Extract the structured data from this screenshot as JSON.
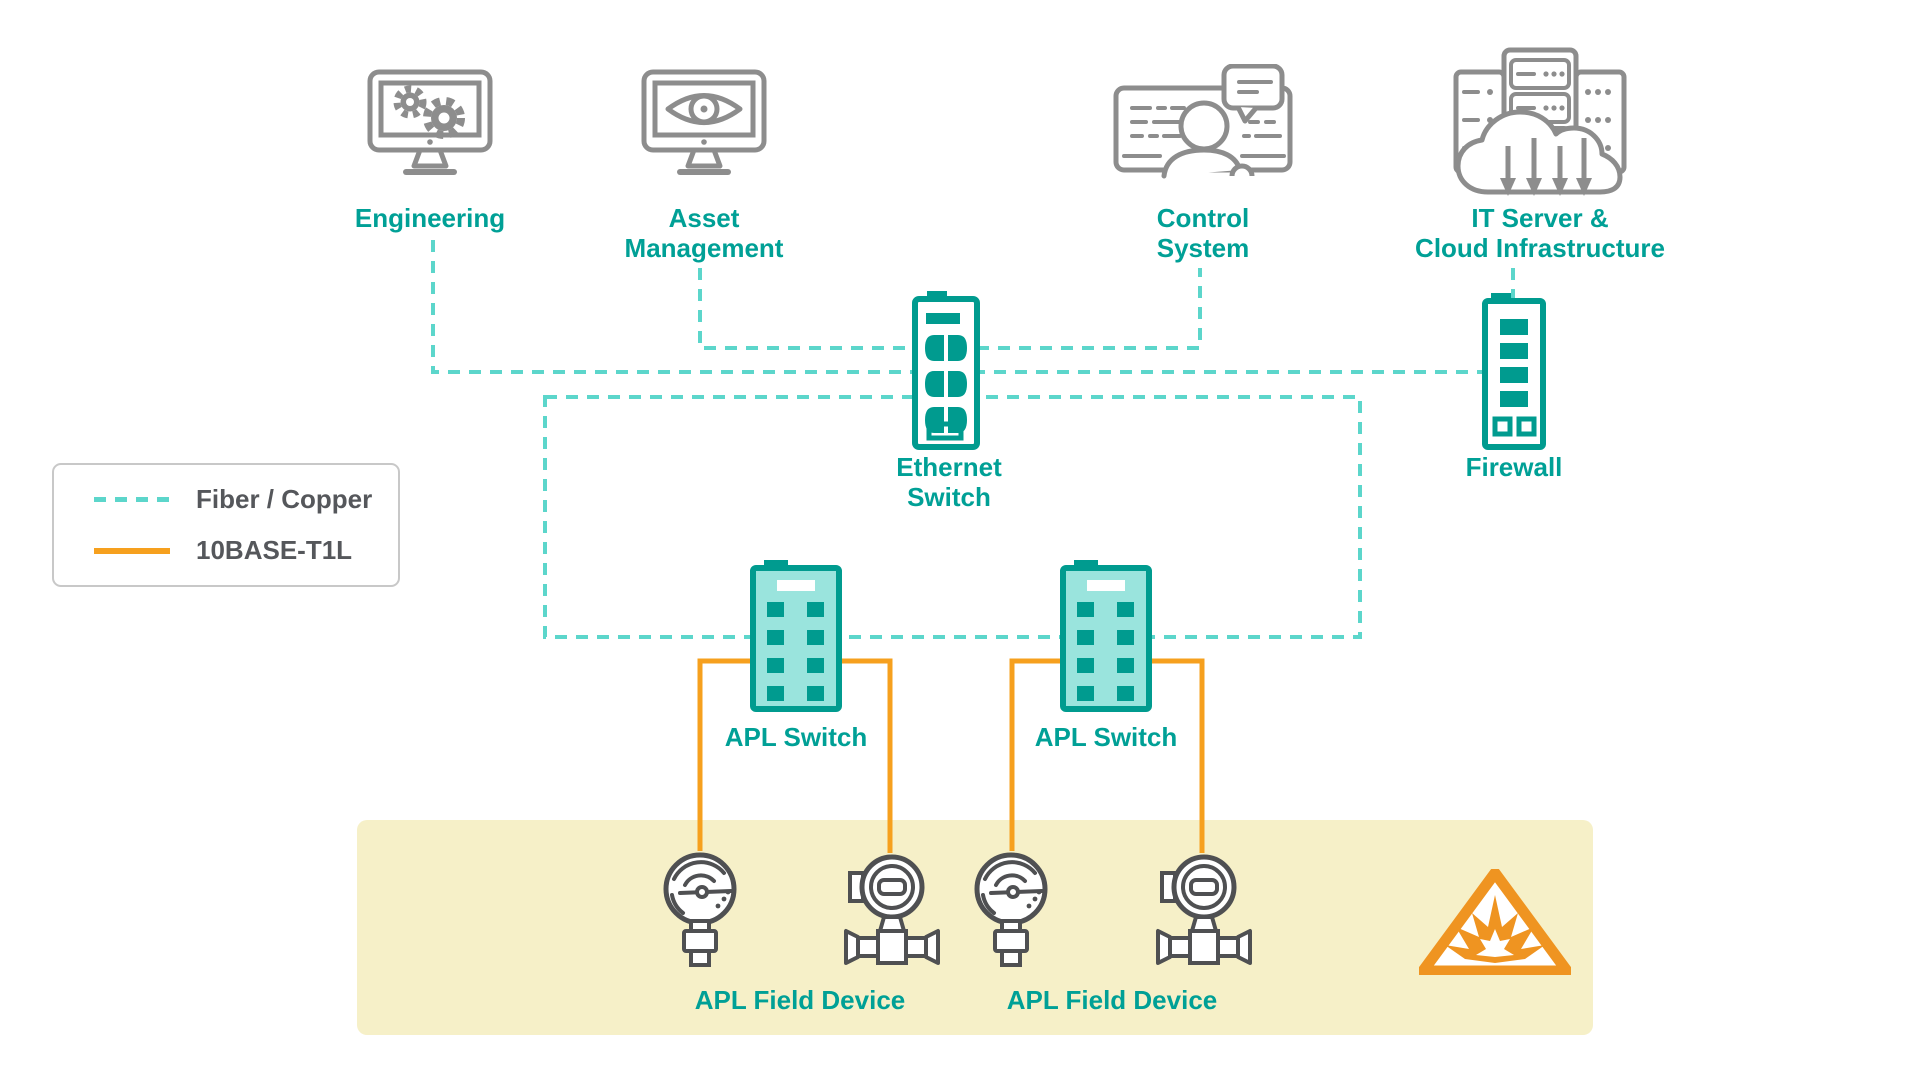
{
  "diagram_type": "ethernet-apl-network-topology",
  "nodes": {
    "engineering": {
      "label": "Engineering",
      "icon": "monitor-gears-icon"
    },
    "asset_management": {
      "line1": "Asset",
      "line2": "Management",
      "icon": "monitor-eye-icon"
    },
    "control_system": {
      "line1": "Control",
      "line2": "System",
      "icon": "operator-screen-icon"
    },
    "it_server_cloud": {
      "line1": "IT Server &",
      "line2": "Cloud Infrastructure",
      "icon": "server-racks-cloud-icon"
    },
    "ethernet_switch": {
      "line1": "Ethernet",
      "line2": "Switch",
      "icon": "ethernet-switch-icon"
    },
    "firewall": {
      "label": "Firewall",
      "icon": "firewall-icon"
    },
    "apl_switch_left": {
      "label": "APL Switch",
      "icon": "apl-switch-icon"
    },
    "apl_switch_right": {
      "label": "APL Switch",
      "icon": "apl-switch-icon"
    },
    "apl_field_device_left": {
      "label": "APL Field Device",
      "icons": [
        "gauge-transmitter-icon",
        "valve-transmitter-icon"
      ]
    },
    "apl_field_device_right": {
      "label": "APL Field Device",
      "icons": [
        "gauge-transmitter-icon",
        "valve-transmitter-icon"
      ]
    }
  },
  "legend": {
    "items": [
      {
        "label": "Fiber / Copper",
        "line_style": "dashed",
        "color": "#5CD6CB"
      },
      {
        "label": "10BASE-T1L",
        "line_style": "solid",
        "color": "#F6A01E"
      }
    ]
  },
  "zones": {
    "hazardous_field_area": {
      "fill": "#F6F0C8",
      "symbol": "explosion-hazard-triangle-icon"
    }
  },
  "connections": [
    {
      "from": "engineering",
      "to": "ethernet_switch",
      "type": "fiber-copper-dashed"
    },
    {
      "from": "asset_management",
      "to": "ethernet_switch",
      "type": "fiber-copper-dashed"
    },
    {
      "from": "control_system",
      "to": "ethernet_switch",
      "type": "fiber-copper-dashed"
    },
    {
      "from": "ethernet_switch",
      "to": "firewall",
      "type": "fiber-copper-dashed"
    },
    {
      "from": "it_server_cloud",
      "to": "firewall",
      "type": "fiber-copper-dashed"
    },
    {
      "from": "ethernet_switch",
      "to": "apl_switch_left",
      "type": "fiber-copper-dashed-ring"
    },
    {
      "from": "ethernet_switch",
      "to": "apl_switch_right",
      "type": "fiber-copper-dashed-ring"
    },
    {
      "from": "apl_switch_left",
      "to": "apl_field_device_left",
      "type": "10base-t1l",
      "count": 2
    },
    {
      "from": "apl_switch_right",
      "to": "apl_field_device_right",
      "type": "10base-t1l",
      "count": 2
    }
  ],
  "colors": {
    "teal_label": "#00A096",
    "teal_device": "#009B8F",
    "teal_device_fill": "#9AE4DD",
    "teal_dashed_line": "#5CD6CB",
    "orange_line": "#F6A01E",
    "orange_hazard": "#EF9421",
    "gray_icon": "#8D8D8D",
    "dark_gray_icon": "#4F5052",
    "legend_text": "#55575B",
    "hazard_zone_fill": "#F6F0C8",
    "background": "#FFFFFF"
  }
}
